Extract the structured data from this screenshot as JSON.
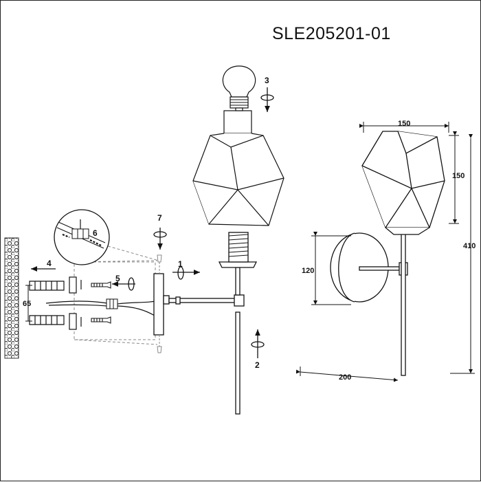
{
  "title": "SLE205201-01",
  "steps": {
    "s1": "1",
    "s2": "2",
    "s3": "3",
    "s4": "4",
    "s5": "5",
    "s6": "6",
    "s7": "7"
  },
  "dimensions": {
    "mount_spacing": "65",
    "shade_width": "150",
    "shade_height": "150",
    "total_height": "410",
    "backplate_height": "120",
    "projection": "200"
  },
  "colors": {
    "line": "#1a1a1a",
    "guide": "#9a9a9a",
    "wall": "#333333"
  }
}
